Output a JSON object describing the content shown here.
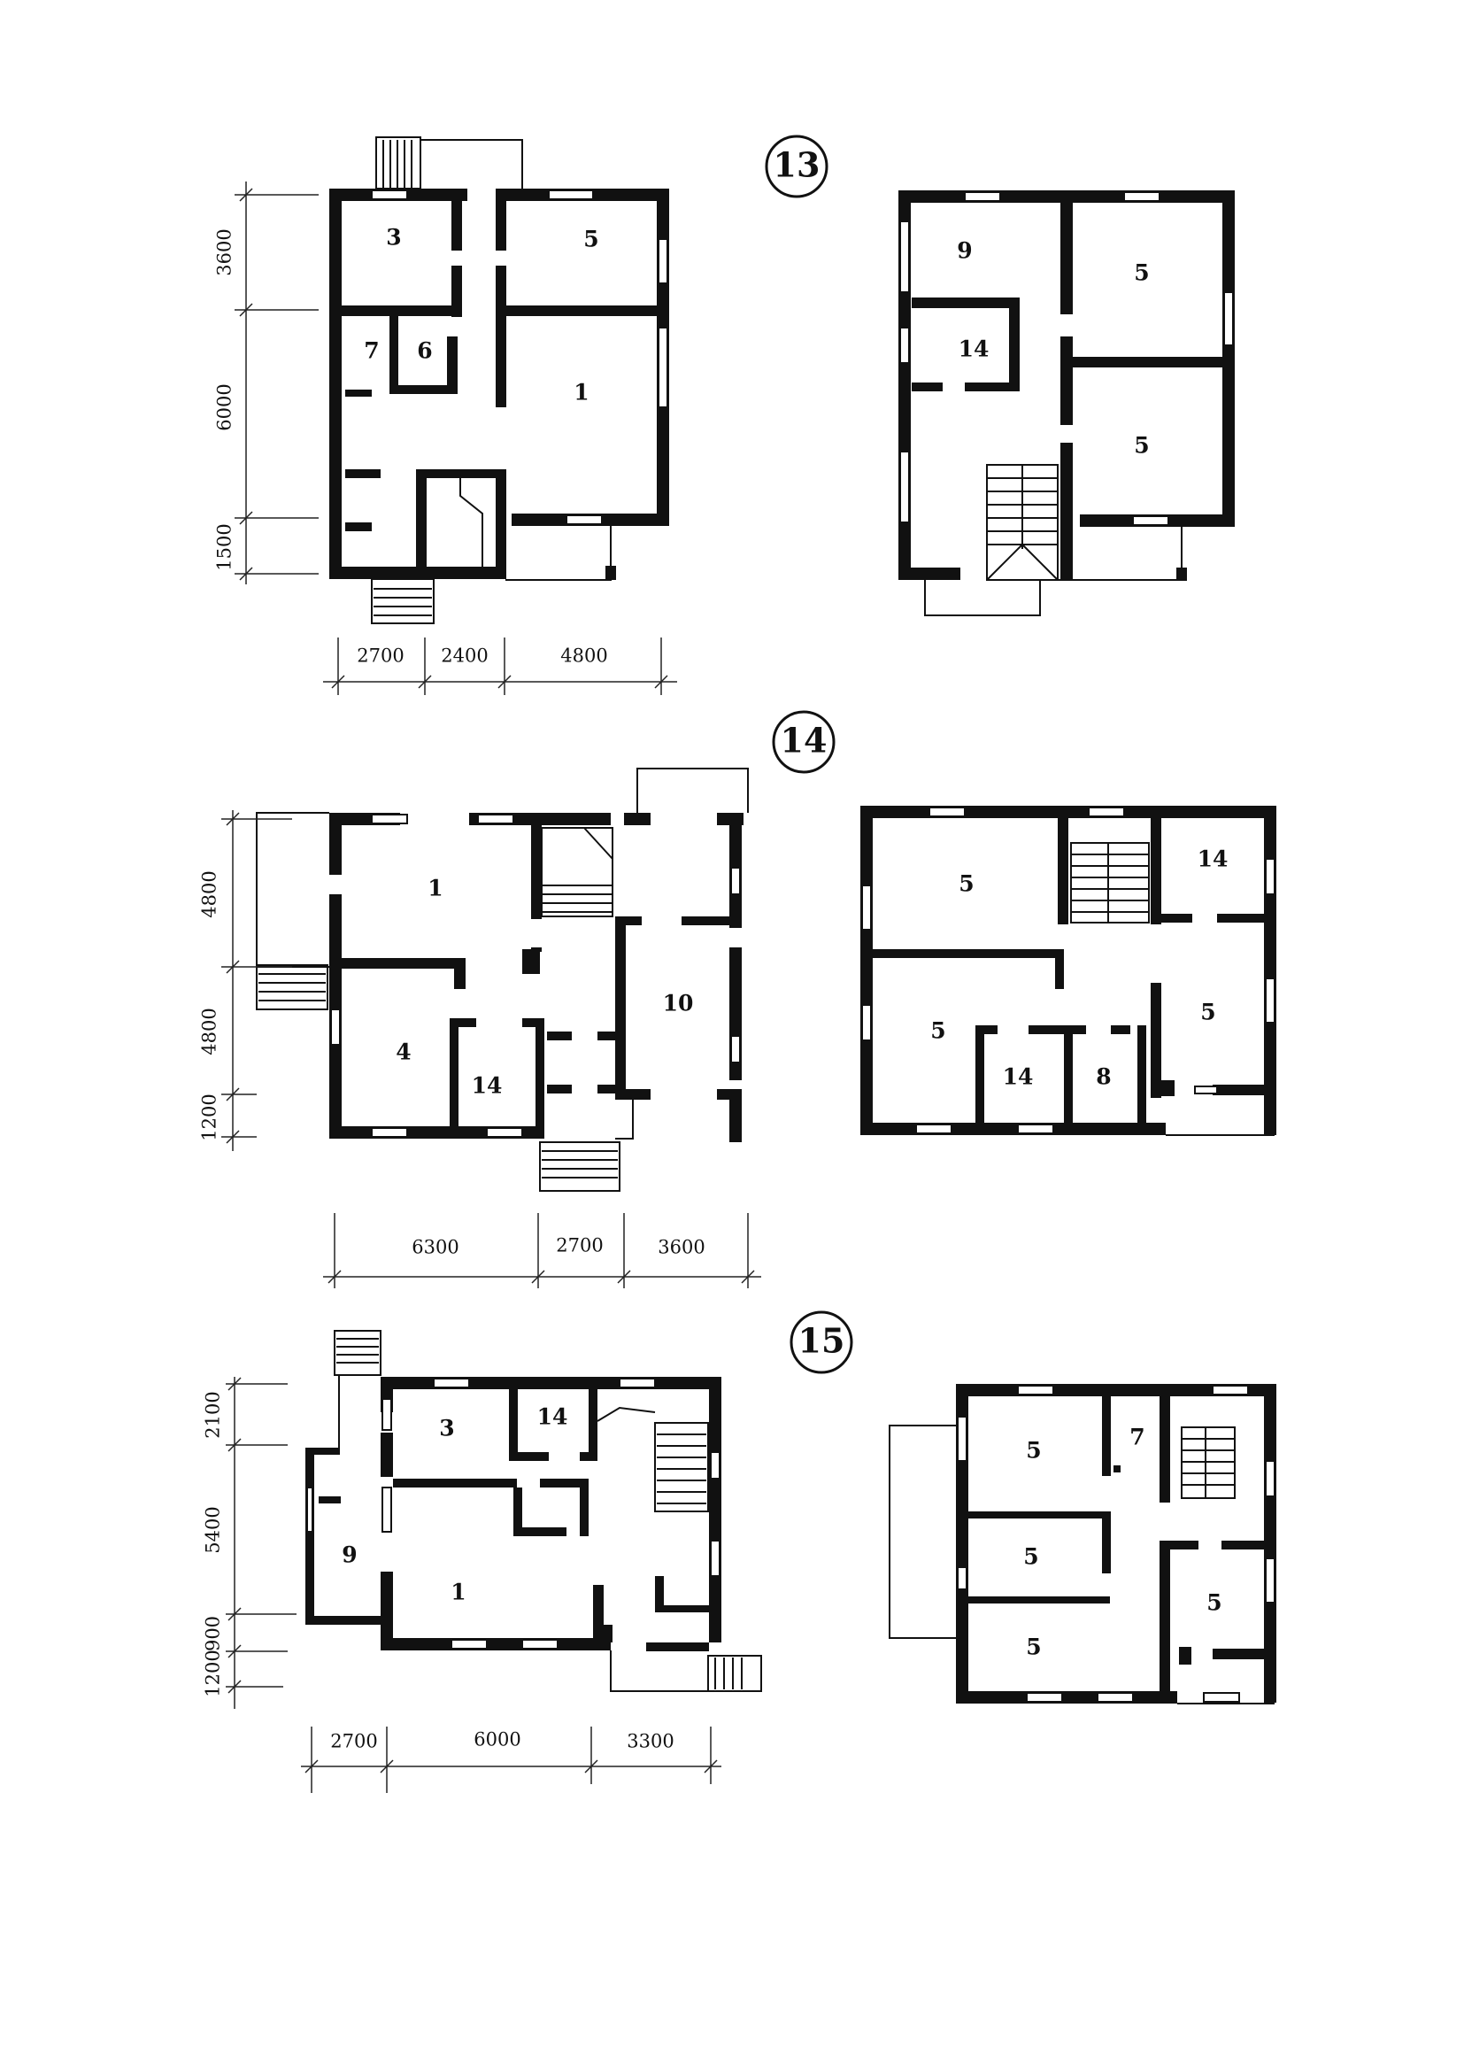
{
  "colors": {
    "wall": "#111111",
    "line": "#222222",
    "paper": "#ffffff",
    "window": "#ffffff"
  },
  "plans": [
    {
      "number": "13",
      "floor1": {
        "rooms": [
          "3",
          "5",
          "7",
          "6",
          "1"
        ],
        "dims_horizontal": [
          "2700",
          "2400",
          "4800"
        ],
        "dims_vertical": [
          "3600",
          "6000",
          "1500"
        ]
      },
      "floor2": {
        "rooms": [
          "9",
          "5",
          "14",
          "5"
        ]
      }
    },
    {
      "number": "14",
      "floor1": {
        "rooms": [
          "1",
          "10",
          "4",
          "14"
        ],
        "dims_horizontal": [
          "6300",
          "2700",
          "3600"
        ],
        "dims_vertical": [
          "4800",
          "4800",
          "1200"
        ]
      },
      "floor2": {
        "rooms": [
          "5",
          "14",
          "5",
          "5",
          "14",
          "8"
        ]
      }
    },
    {
      "number": "15",
      "floor1": {
        "rooms": [
          "3",
          "14",
          "9",
          "1"
        ],
        "dims_horizontal": [
          "2700",
          "6000",
          "3300"
        ],
        "dims_vertical": [
          "2100",
          "5400",
          "900",
          "1200"
        ]
      },
      "floor2": {
        "rooms": [
          "5",
          "7",
          "5",
          "5",
          "5"
        ]
      }
    }
  ]
}
